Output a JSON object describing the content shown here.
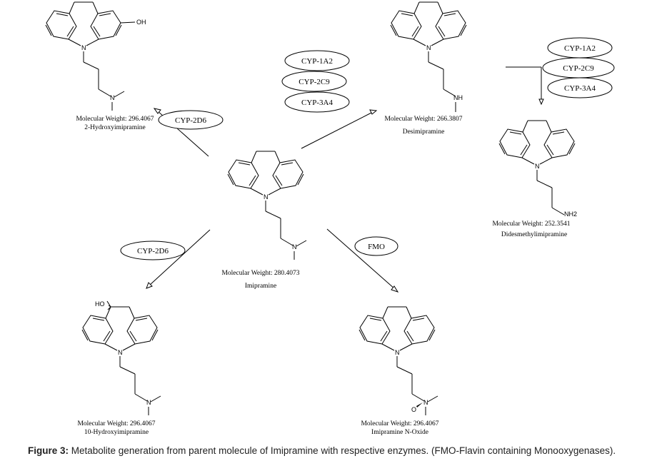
{
  "molecules": [
    {
      "id": "hydroxy2",
      "mw_label": "Molecular Weight: 296.4067",
      "name": "2-Hydroxyimipramine",
      "substituent": "OH",
      "amine": "N"
    },
    {
      "id": "desimipramine",
      "mw_label": "Molecular Weight: 266.3807",
      "name": "Desimipramine",
      "amine": "NH"
    },
    {
      "id": "didesmethyl",
      "mw_label": "Molecular Weight: 252.3541",
      "name": "Didesmethylimipramine",
      "amine": "NH2"
    },
    {
      "id": "imipramine",
      "mw_label": "Molecular Weight: 280.4073",
      "name": "Imipramine",
      "amine": "N"
    },
    {
      "id": "hydroxy10",
      "mw_label": "Molecular Weight: 296.4067",
      "name": "10-Hydroxyimipramine",
      "substituent": "HO",
      "amine": "N"
    },
    {
      "id": "noxide",
      "mw_label": "Molecular Weight: 296.4067",
      "name": "Imipramine N-Oxide",
      "amine": "N",
      "oxide": "O"
    }
  ],
  "ring_n_label": "N",
  "enzymes": {
    "to_hydroxy2": [
      "CYP-2D6"
    ],
    "to_desimipramine": [
      "CYP-1A2",
      "CYP-2C9",
      "CYP-3A4"
    ],
    "to_didesmethyl": [
      "CYP-1A2",
      "CYP-2C9",
      "CYP-3A4"
    ],
    "to_hydroxy10": [
      "CYP-2D6"
    ],
    "to_noxide": [
      "FMO"
    ]
  },
  "caption": {
    "label": "Figure 3:",
    "text": " Metabolite generation from parent molecule of Imipramine with respective enzymes. (FMO-Flavin containing Monooxygenases)."
  }
}
